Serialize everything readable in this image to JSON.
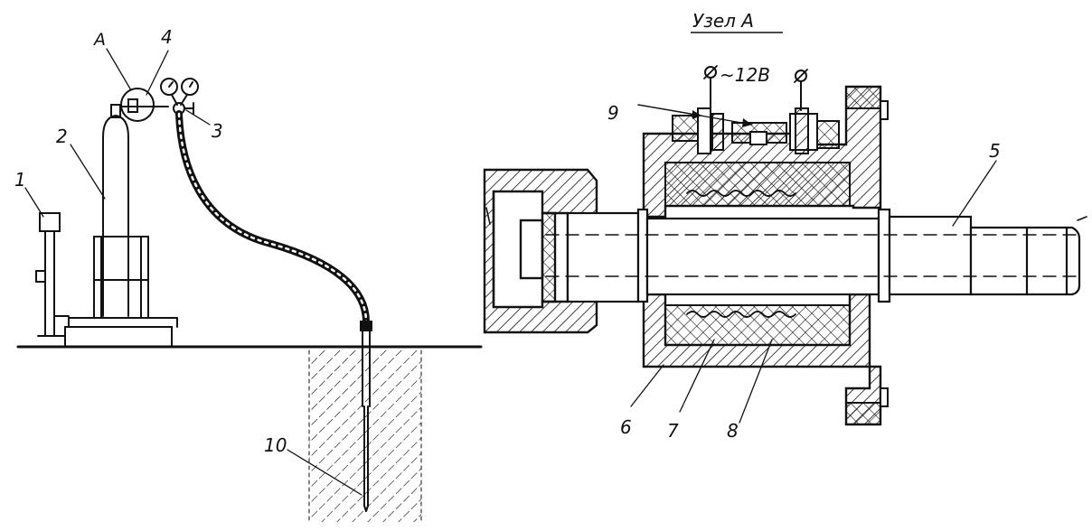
{
  "labels": {
    "p1": "1",
    "p2": "2",
    "p3": "3",
    "p4": "4",
    "pA": "A",
    "p5": "5",
    "p6": "6",
    "p7": "7",
    "p8": "8",
    "p9": "9",
    "p10": "10",
    "node_title": "Узел А",
    "voltage": "~12В"
  },
  "colors": {
    "ink": "#111111",
    "paper": "#ffffff"
  }
}
